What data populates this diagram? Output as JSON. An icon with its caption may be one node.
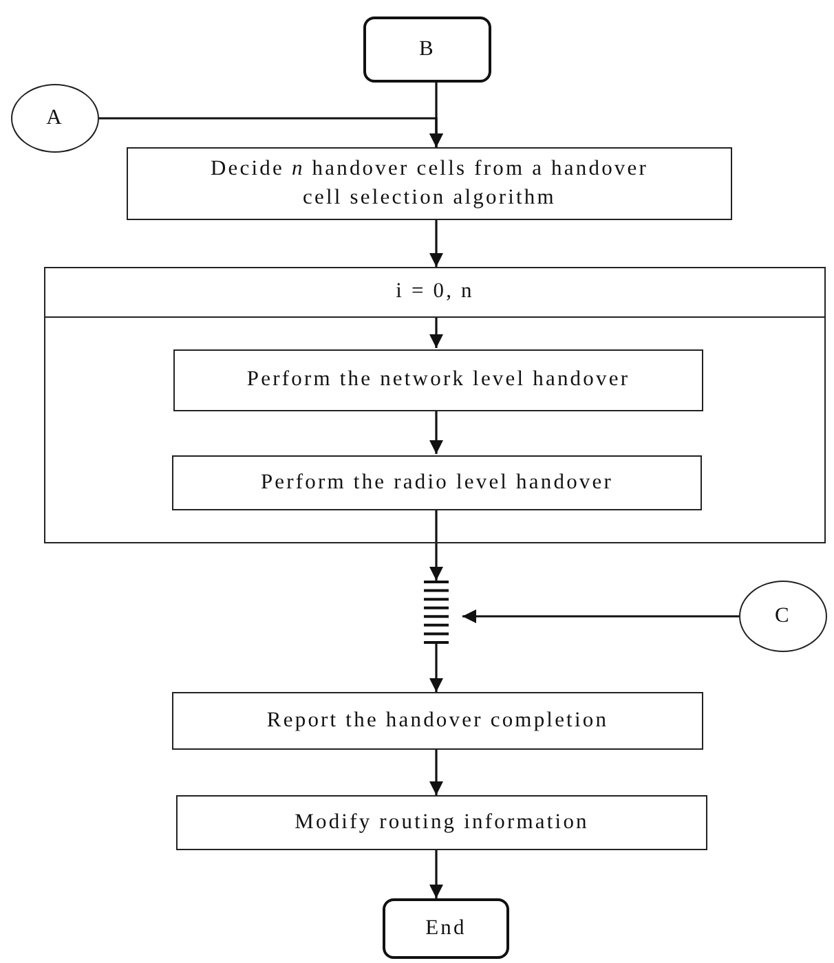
{
  "diagram": {
    "nodes": [
      {
        "text": [
          "B"
        ]
      },
      {
        "text": [
          "A"
        ]
      },
      {
        "text": [
          "Decide *n* handover cells from a handover cell selection algorithm"
        ]
      },
      {
        "text": [
          "i = 0, n"
        ]
      },
      {
        "text": [],
        "shape": "box"
      },
      {
        "text": [
          "Perform the network level handover"
        ],
        "in": 4
      },
      {
        "text": [
          "Perform the radio level handover"
        ],
        "in": 4
      },
      {
        "text": [],
        "shape": "bar"
      },
      {
        "text": [
          "C"
        ]
      },
      {
        "text": [
          "Report the handover completion"
        ]
      },
      {
        "text": [
          "Modify routing information"
        ]
      },
      {
        "text": [
          "End"
        ]
      }
    ],
    "edges": [
      {
        "from": 0,
        "to": 2,
        "arrow": "to"
      },
      {
        "from": 1,
        "to": 2,
        "arrow": "to"
      },
      {
        "from": 2,
        "to": 3,
        "arrow": "to"
      },
      {
        "from": 3,
        "to": 5,
        "arrow": "to"
      },
      {
        "from": 5,
        "to": 6,
        "arrow": "to"
      },
      {
        "from": 6,
        "to": 7,
        "arrow": "to"
      },
      {
        "from": 8,
        "to": 7,
        "arrow": "to"
      },
      {
        "from": 7,
        "to": 9,
        "arrow": "to"
      },
      {
        "from": 9,
        "to": 10,
        "arrow": "to"
      },
      {
        "from": 10,
        "to": 11,
        "arrow": "to"
      }
    ]
  }
}
